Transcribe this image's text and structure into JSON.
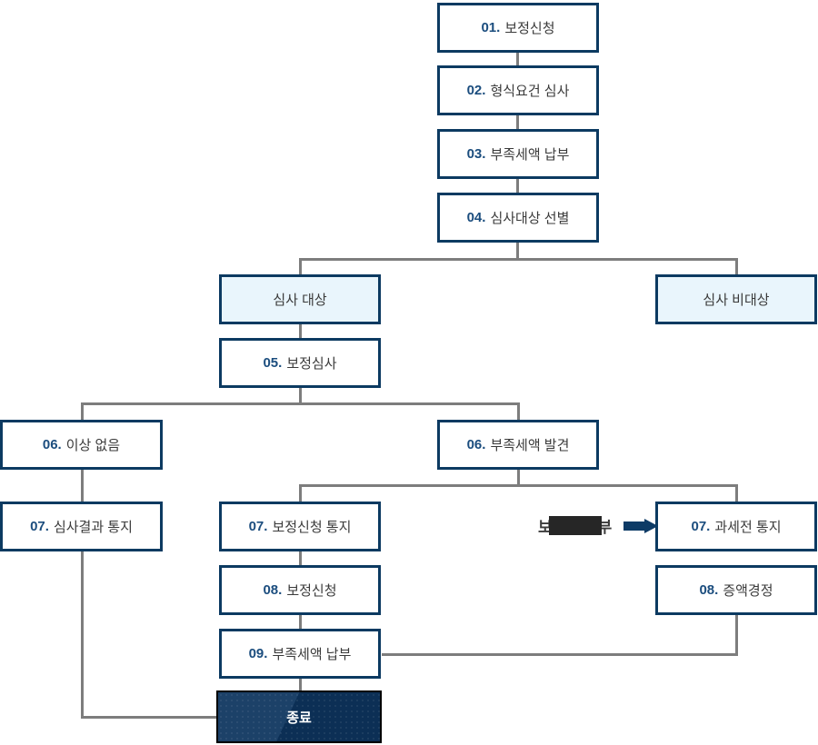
{
  "diagram_type": "flowchart",
  "colors": {
    "box_border": "#0c3a61",
    "box_background": "#ffffff",
    "light_box_background": "#e9f5fc",
    "end_box_background": "#0c2f55",
    "end_box_border": "#000000",
    "number_text": "#1b4d7e",
    "label_text": "#3a3a3a",
    "connector": "#7d7d7d",
    "arrow": "#0d3b66",
    "redaction_bar": "#262626"
  },
  "nodes": {
    "step01": {
      "num": "01.",
      "label": "보정신청"
    },
    "step02": {
      "num": "02.",
      "label": "형식요건 심사"
    },
    "step03": {
      "num": "03.",
      "label": "부족세액 납부"
    },
    "step04": {
      "num": "04.",
      "label": "심사대상 선별"
    },
    "target": {
      "label": "심사 대상"
    },
    "nonTarget": {
      "label": "심사 비대상"
    },
    "step05": {
      "num": "05.",
      "label": "보정심사"
    },
    "step06a": {
      "num": "06.",
      "label": "이상 없음"
    },
    "step06b": {
      "num": "06.",
      "label": "부족세액 발견"
    },
    "step07a": {
      "num": "07.",
      "label": "심사결과 통지"
    },
    "step07b": {
      "num": "07.",
      "label": "보정신청 통지"
    },
    "step07c": {
      "num": "07.",
      "label": "과세전 통지"
    },
    "step08a": {
      "num": "08.",
      "label": "보정신청"
    },
    "step08b": {
      "num": "08.",
      "label": "증액경정"
    },
    "step09": {
      "num": "09.",
      "label": "부족세액 납부"
    },
    "end": {
      "label": "종료"
    }
  },
  "annotation": {
    "visible_prefix": "보",
    "visible_suffix": "부"
  }
}
